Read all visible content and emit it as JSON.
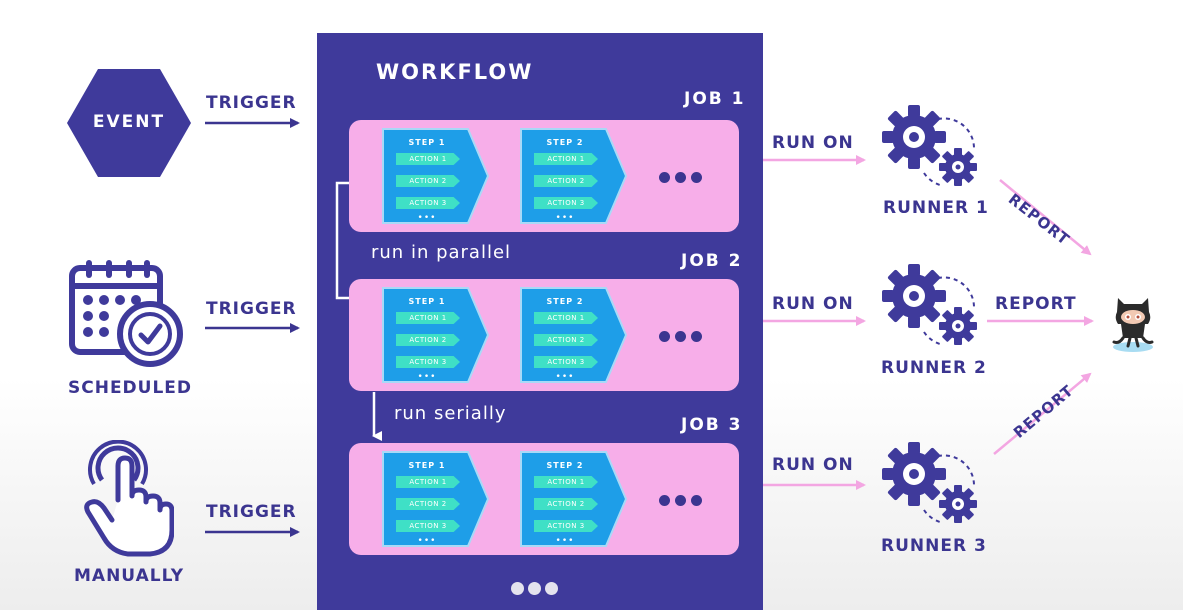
{
  "triggers": [
    {
      "name": "EVENT",
      "arrow_label": "TRIGGER"
    },
    {
      "name": "SCHEDULED",
      "arrow_label": "TRIGGER"
    },
    {
      "name": "MANUALLY",
      "arrow_label": "TRIGGER"
    }
  ],
  "workflow": {
    "title": "WORKFLOW",
    "parallel_label": "run in parallel",
    "serial_label": "run serially",
    "more_symbol": "•••",
    "jobs": [
      {
        "title": "JOB 1"
      },
      {
        "title": "JOB 2"
      },
      {
        "title": "JOB 3"
      }
    ],
    "steps": [
      {
        "title": "STEP 1",
        "actions": [
          "ACTION 1",
          "ACTION 2",
          "ACTION 3"
        ]
      },
      {
        "title": "STEP 2",
        "actions": [
          "ACTION 1",
          "ACTION 2",
          "ACTION 3"
        ]
      }
    ]
  },
  "runners": [
    {
      "name": "RUNNER 1",
      "run_label": "RUN ON",
      "report_label": "REPORT"
    },
    {
      "name": "RUNNER 2",
      "run_label": "RUN ON",
      "report_label": "REPORT"
    },
    {
      "name": "RUNNER 3",
      "run_label": "RUN ON",
      "report_label": "REPORT"
    }
  ],
  "colors": {
    "panel": "#3f3a9b",
    "job_box": "#f7aee9",
    "step_fill": "#1e9ee8",
    "action_fill": "#3fe0c6",
    "ink": "#3b3590",
    "pink_arrow": "#f3a6e2"
  }
}
